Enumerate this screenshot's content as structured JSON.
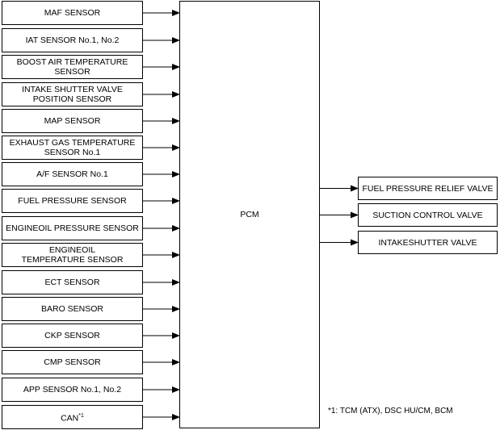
{
  "inputs": [
    {
      "id": "maf",
      "label": "MAF SENSOR"
    },
    {
      "id": "iat",
      "label": "IAT SENSOR No.1, No.2"
    },
    {
      "id": "boost",
      "label": "BOOST AIR TEMPERATURE\nSENSOR"
    },
    {
      "id": "shutter-pos",
      "label": "INTAKE SHUTTER VALVE\nPOSITION SENSOR"
    },
    {
      "id": "map",
      "label": "MAP SENSOR"
    },
    {
      "id": "egt",
      "label": "EXHAUST GAS TEMPERATURE\nSENSOR No.1"
    },
    {
      "id": "af",
      "label": "A/F SENSOR No.1"
    },
    {
      "id": "fuel-pressure",
      "label": "FUEL PRESSURE SENSOR"
    },
    {
      "id": "oil-pressure",
      "label": "ENGINEOIL PRESSURE SENSOR"
    },
    {
      "id": "oil-temp",
      "label": "ENGINEOIL\nTEMPERATURE SENSOR"
    },
    {
      "id": "ect",
      "label": "ECT SENSOR"
    },
    {
      "id": "baro",
      "label": "BARO SENSOR"
    },
    {
      "id": "ckp",
      "label": "CKP SENSOR"
    },
    {
      "id": "cmp",
      "label": "CMP SENSOR"
    },
    {
      "id": "app",
      "label": "APP SENSOR No.1, No.2"
    },
    {
      "id": "can",
      "label": "CAN",
      "sup": "*1"
    }
  ],
  "pcm": {
    "label": "PCM"
  },
  "outputs": [
    {
      "id": "fprv",
      "label": "FUEL PRESSURE RELIEF VALVE"
    },
    {
      "id": "scv",
      "label": "SUCTION CONTROL VALVE"
    },
    {
      "id": "isv",
      "label": "INTAKESHUTTER VALVE"
    }
  ],
  "footnote": "*1: TCM (ATX), DSC HU/CM, BCM"
}
